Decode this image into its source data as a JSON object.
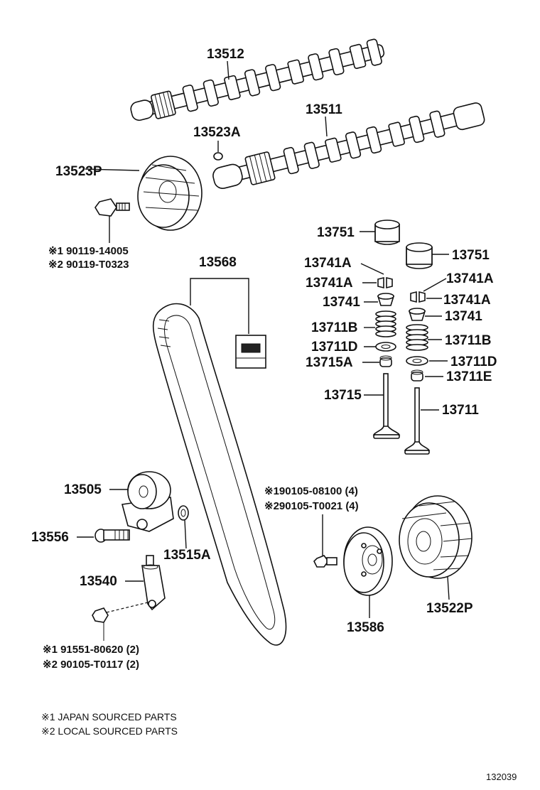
{
  "diagram": {
    "labels": {
      "p13512": "13512",
      "p13511": "13511",
      "p13523A": "13523A",
      "p13523P": "13523P",
      "bolt1_a": "※1 90119-14005",
      "bolt1_b": "※2 90119-T0323",
      "p13568": "13568",
      "p13751_l": "13751",
      "p13751_r": "13751",
      "p13741A_l1": "13741A",
      "p13741A_l2": "13741A",
      "p13741A_r1": "13741A",
      "p13741A_r2": "13741A",
      "p13741_l": "13741",
      "p13741_r": "13741",
      "p13711B_l": "13711B",
      "p13711B_r": "13711B",
      "p13711D_l": "13711D",
      "p13711D_r": "13711D",
      "p13715A": "13715A",
      "p13711E": "13711E",
      "p13715": "13715",
      "p13711": "13711",
      "p13505": "13505",
      "p13556": "13556",
      "p13515A": "13515A",
      "p13540": "13540",
      "bolt2_a": "※190105-08100 (4)",
      "bolt2_b": "※290105-T0021 (4)",
      "p13586": "13586",
      "p13522P": "13522P",
      "bolt3_a": "※1 91551-80620 (2)",
      "bolt3_b": "※2 90105-T0117 (2)"
    },
    "legend": {
      "note1": "※1 JAPAN SOURCED PARTS",
      "note2": "※2 LOCAL SOURCED PARTS"
    },
    "figure_number": "132039"
  }
}
